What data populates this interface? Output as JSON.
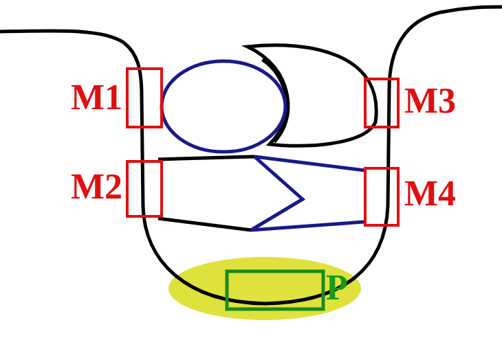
{
  "diagram": {
    "labels": [
      "M1",
      "M2",
      "M3",
      "M4",
      "P"
    ]
  }
}
